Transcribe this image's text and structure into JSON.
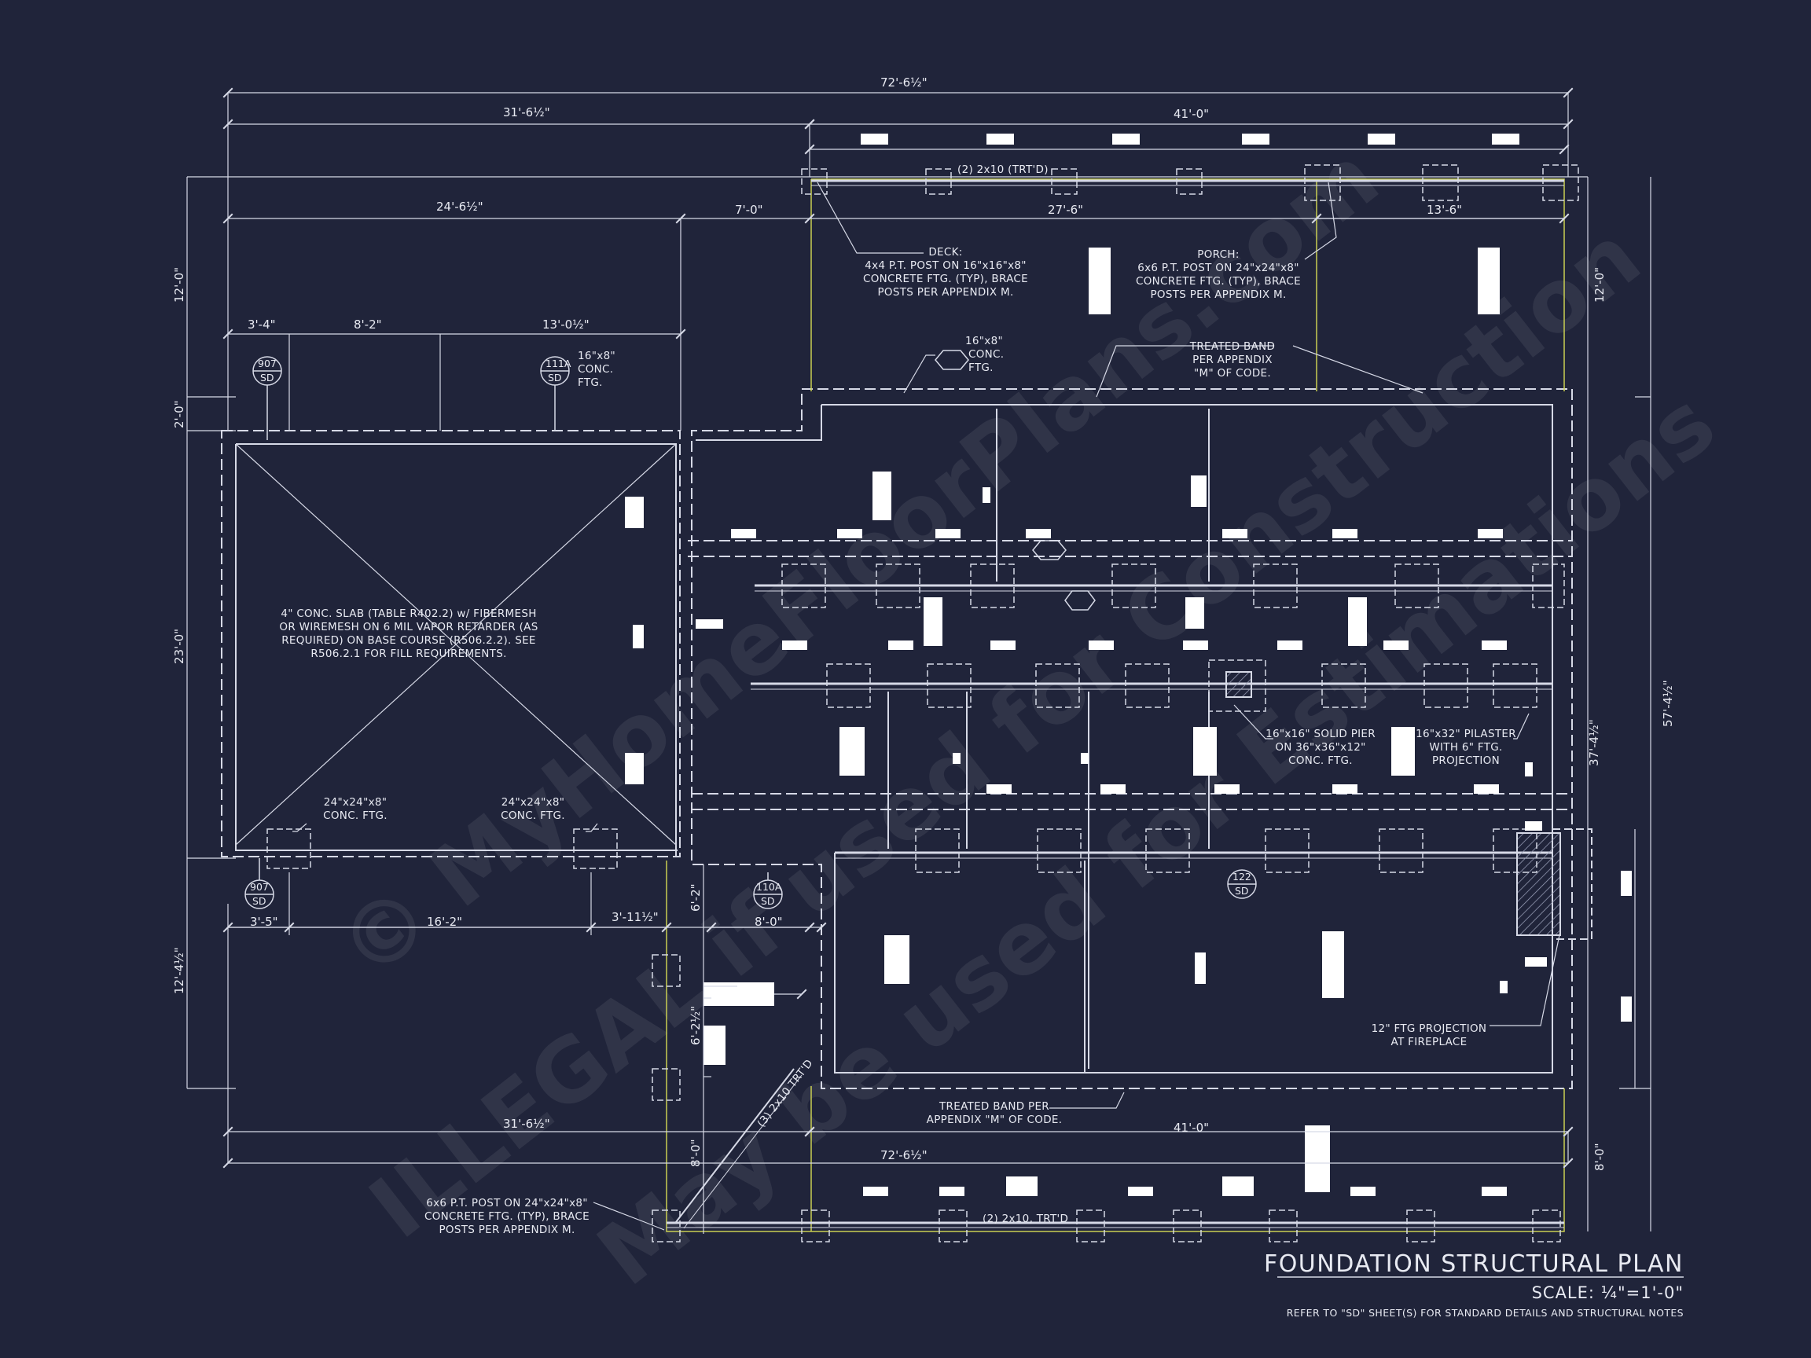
{
  "colors": {
    "background": "#20243a",
    "line": "#d6d9e6",
    "accent": "#c9cf52",
    "text": "#e8eaf2"
  },
  "dimensions": {
    "overall_width": "72'-6½\"",
    "left_wing": "31'-6½\"",
    "right_wing": "41'-0\"",
    "garage_width": "24'-6½\"",
    "gap": "7'-0\"",
    "deck_span": "27'-6\"",
    "porch_span": "13'-6\"",
    "ftg_1": "3'-4\"",
    "ftg_2": "8'-2\"",
    "ftg_3": "13'-0½\"",
    "top_depth": "12'-0\"",
    "step": "2'-0\"",
    "garage_depth": "23'-0\"",
    "lower_left": "12'-4½\"",
    "bot_1": "3'-5\"",
    "bot_2": "16'-2\"",
    "bot_3": "3'-11½\"",
    "bot_4": "8'-0\"",
    "stair_1": "6'-2\"",
    "stair_2": "6'-2½\"",
    "stair_3": "8'-0\"",
    "overall_depth": "57'-4½\"",
    "main_depth": "37'-4½\"",
    "right_top": "12'-0\"",
    "right_bot": "8'-0\""
  },
  "notes": {
    "beam_top": "(2) 2x10 (TRT'D)",
    "beam_bottom": "(2) 2x10, TRT'D",
    "beam_diag": "(3) 2x10 TRT'D",
    "deck": [
      "DECK:",
      "4x4 P.T. POST ON 16\"x16\"x8\"",
      "CONCRETE FTG. (TYP), BRACE",
      "POSTS PER APPENDIX M."
    ],
    "porch": [
      "PORCH:",
      "6x6 P.T. POST ON 24\"x24\"x8\"",
      "CONCRETE FTG. (TYP), BRACE",
      "POSTS PER APPENDIX M."
    ],
    "conc_ftg_small": [
      "16\"x8\"",
      "CONC.",
      "FTG."
    ],
    "conc_ftg_small_2": [
      "16\"x8\"",
      "CONC.",
      "FTG."
    ],
    "treated_band_top": [
      "TREATED BAND",
      "PER APPENDIX",
      "\"M\" OF CODE."
    ],
    "slab": [
      "4\" CONC. SLAB (TABLE R402.2) w/ FIBERMESH",
      "OR WIREMESH ON 6 MIL VAPOR RETARDER (AS",
      "REQUIRED) ON BASE COURSE (R506.2.2). SEE",
      "R506.2.1 FOR FILL REQUIREMENTS."
    ],
    "ftg_24_left": [
      "24\"x24\"x8\"",
      "CONC. FTG."
    ],
    "ftg_24_right": [
      "24\"x24\"x8\"",
      "CONC. FTG."
    ],
    "solid_pier": [
      "16\"x16\" SOLID PIER",
      "ON 36\"x36\"x12\"",
      "CONC. FTG."
    ],
    "pilaster": [
      "16\"x32\" PILASTER",
      "WITH 6\" FTG.",
      "PROJECTION"
    ],
    "fireplace": [
      "12\" FTG PROJECTION",
      "AT FIREPLACE"
    ],
    "treated_band_bottom": [
      "TREATED BAND PER",
      "APPENDIX \"M\" OF CODE."
    ],
    "post_bottom": [
      "6x6 P.T. POST ON 24\"x24\"x8\"",
      "CONCRETE FTG. (TYP), BRACE",
      "POSTS PER APPENDIX M."
    ]
  },
  "detail_tags": [
    {
      "num": "907",
      "sheet": "SD"
    },
    {
      "num": "111A",
      "sheet": "SD"
    },
    {
      "num": "907",
      "sheet": "SD"
    },
    {
      "num": "110A",
      "sheet": "SD"
    },
    {
      "num": "122",
      "sheet": "SD"
    }
  ],
  "title": "FOUNDATION STRUCTURAL PLAN",
  "scale": "SCALE: ¼\"=1'-0\"",
  "reference": "REFER TO \"SD\" SHEET(S) FOR STANDARD DETAILS AND STRUCTURAL NOTES",
  "watermark": [
    "© MyHomeFloorPlans.com",
    "ILLEGAL if used for Construction",
    "May be used for Estimations"
  ]
}
